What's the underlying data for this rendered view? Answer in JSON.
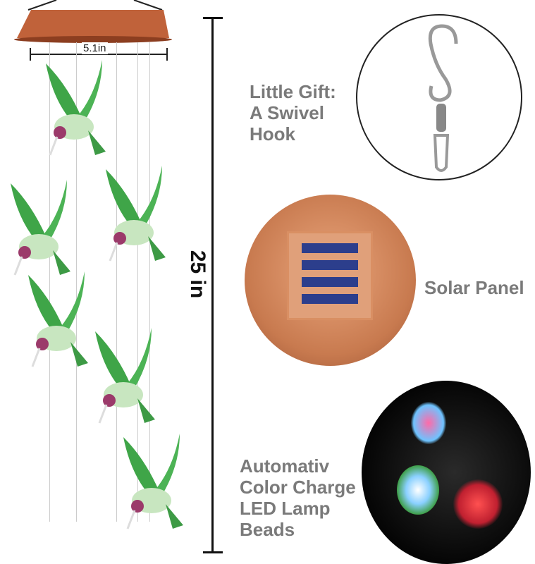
{
  "dimensions": {
    "width_label": "5.1in",
    "height_label": "25 in"
  },
  "callouts": {
    "gift": [
      "Little Gift:",
      "A Swivel",
      "Hook"
    ],
    "solar": [
      "Solar Panel"
    ],
    "led": [
      "Automativ",
      "Color Charge",
      "LED Lamp",
      "Beads"
    ]
  },
  "colors": {
    "copper": "#c0623a",
    "bird_green": "#3fa548",
    "text_gray": "#7a7a7a"
  }
}
